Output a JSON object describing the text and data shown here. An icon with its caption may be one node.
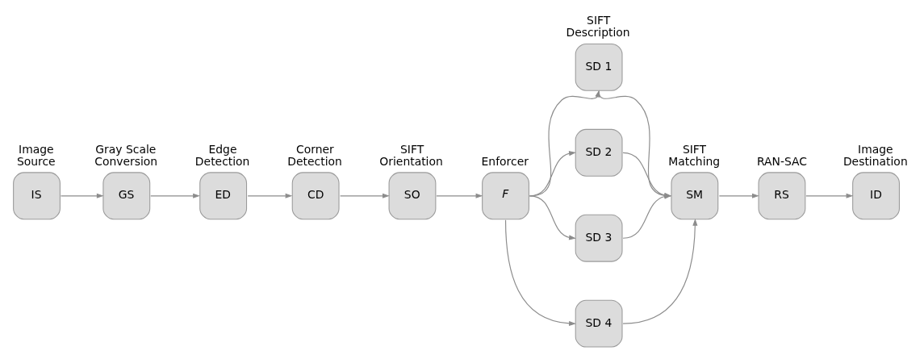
{
  "diagram": {
    "nodes": [
      {
        "text": [
          "Image Source",
          "IS"
        ]
      },
      {
        "text": [
          "Gray Scale Conversion",
          "GS"
        ]
      },
      {
        "text": [
          "Edge Detection",
          "ED"
        ]
      },
      {
        "text": [
          "Corner Detection",
          "CD"
        ]
      },
      {
        "text": [
          "SIFT Orientation",
          "SO"
        ]
      },
      {
        "text": [
          "Enforcer",
          "*F*"
        ]
      },
      {
        "text": [
          "SIFT Description",
          "SD 1"
        ]
      },
      {
        "text": [
          "SD 2"
        ]
      },
      {
        "text": [
          "SD 3"
        ]
      },
      {
        "text": [
          "SD 4"
        ]
      },
      {
        "text": [
          "SIFT Matching",
          "SM"
        ]
      },
      {
        "text": [
          "RAN-SAC",
          "RS"
        ]
      },
      {
        "text": [
          "Image Destination",
          "ID"
        ]
      }
    ],
    "edges": [
      {
        "from": 0,
        "to": 1,
        "arrow": "to"
      },
      {
        "from": 1,
        "to": 2,
        "arrow": "to"
      },
      {
        "from": 2,
        "to": 3,
        "arrow": "to"
      },
      {
        "from": 3,
        "to": 4,
        "arrow": "to"
      },
      {
        "from": 4,
        "to": 5,
        "arrow": "to"
      },
      {
        "from": 5,
        "to": 6,
        "arrow": "to"
      },
      {
        "from": 5,
        "to": 7,
        "arrow": "to"
      },
      {
        "from": 5,
        "to": 8,
        "arrow": "to"
      },
      {
        "from": 5,
        "to": 9,
        "arrow": "to"
      },
      {
        "from": 6,
        "to": 10,
        "arrow": "to"
      },
      {
        "from": 7,
        "to": 10,
        "arrow": "to"
      },
      {
        "from": 8,
        "to": 10,
        "arrow": "to"
      },
      {
        "from": 9,
        "to": 10,
        "arrow": "to"
      },
      {
        "from": 10,
        "to": 11,
        "arrow": "to"
      },
      {
        "from": 11,
        "to": 12,
        "arrow": "to"
      }
    ]
  }
}
